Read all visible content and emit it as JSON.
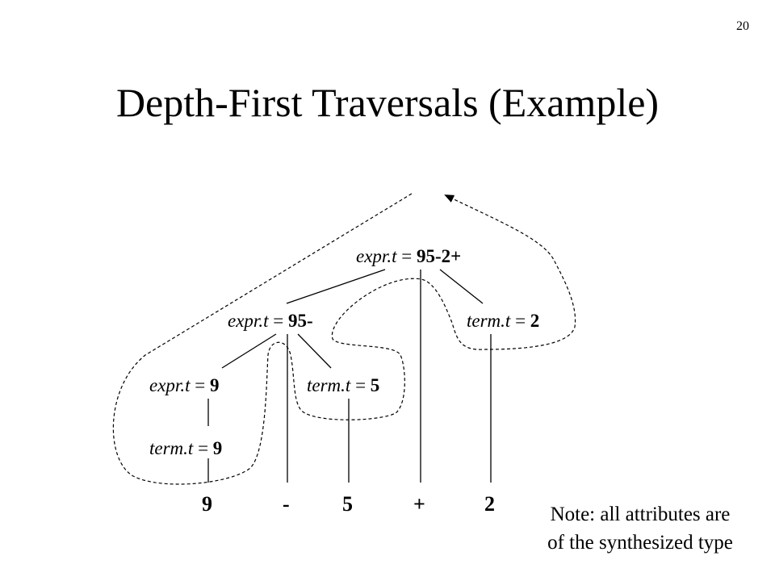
{
  "slide": {
    "page_number": "20",
    "title": "Depth-First Traversals (Example)"
  },
  "tree": {
    "root": {
      "name": "expr.t",
      "eq": " = ",
      "value": "95-2+"
    },
    "expr_95": {
      "name": "expr.t",
      "eq": " = ",
      "value": "95-"
    },
    "term_2": {
      "name": "term.t",
      "eq": " = ",
      "value": "2"
    },
    "expr_9": {
      "name": "expr.t",
      "eq": " = ",
      "value": "9"
    },
    "term_5": {
      "name": "term.t",
      "eq": " = ",
      "value": "5"
    },
    "term_9": {
      "name": "term.t",
      "eq": " = ",
      "value": "9"
    }
  },
  "leaves": [
    "9",
    "-",
    "5",
    "+",
    "2"
  ],
  "note": {
    "line1": "Note: all attributes are",
    "line2": "of the synthesized type"
  }
}
